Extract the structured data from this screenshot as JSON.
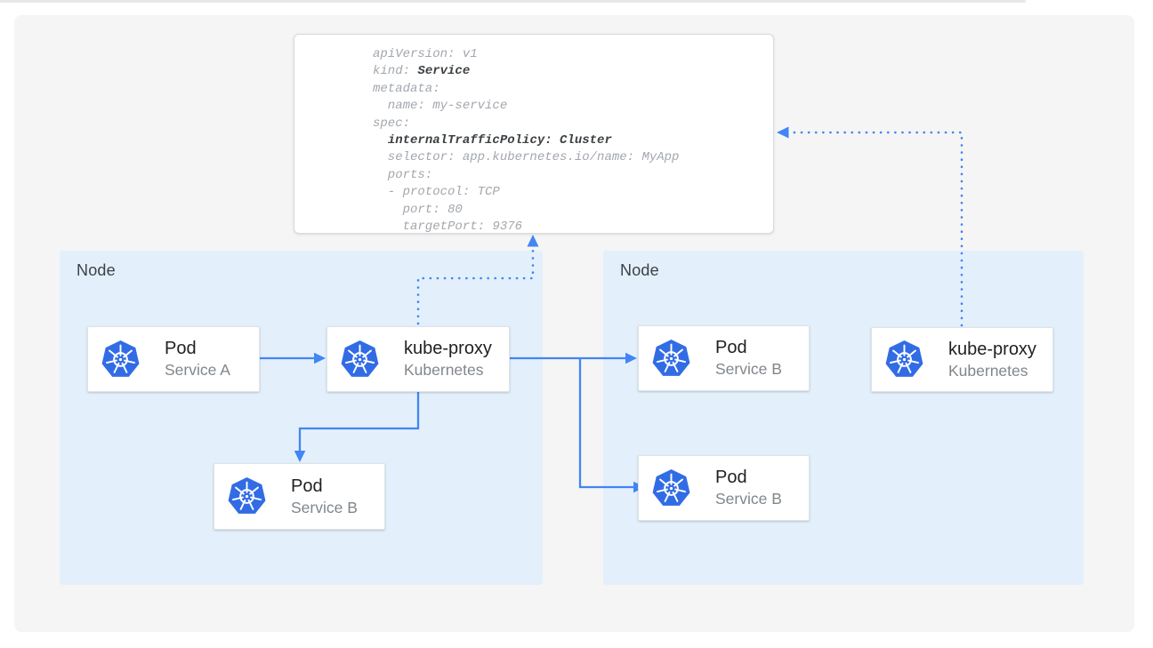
{
  "colors": {
    "accent_blue": "#4285f4",
    "kubernetes_blue": "#326ce5",
    "node_fill": "#e3f0fc",
    "panel_gray": "#f5f5f5"
  },
  "yaml_card": {
    "lines": [
      [
        {
          "t": "apiVersion: v1",
          "b": false
        }
      ],
      [
        {
          "t": "kind: ",
          "b": false
        },
        {
          "t": "Service",
          "b": true
        }
      ],
      [
        {
          "t": "metadata:",
          "b": false
        }
      ],
      [
        {
          "t": "  name: my-service",
          "b": false
        }
      ],
      [
        {
          "t": "spec:",
          "b": false
        }
      ],
      [
        {
          "t": "  ",
          "b": false
        },
        {
          "t": "internalTrafficPolicy: Cluster",
          "b": true
        }
      ],
      [
        {
          "t": "  selector: app.kubernetes.io/name: MyApp",
          "b": false
        }
      ],
      [
        {
          "t": "  ports:",
          "b": false
        }
      ],
      [
        {
          "t": "  - protocol: TCP",
          "b": false
        }
      ],
      [
        {
          "t": "    port: 80",
          "b": false
        }
      ],
      [
        {
          "t": "    targetPort: 9376",
          "b": false
        }
      ]
    ]
  },
  "nodes": [
    {
      "label": "Node",
      "cards": [
        {
          "title": "Pod",
          "subtitle": "Service A"
        },
        {
          "title": "kube-proxy",
          "subtitle": "Kubernetes"
        },
        {
          "title": "Pod",
          "subtitle": "Service B"
        }
      ]
    },
    {
      "label": "Node",
      "cards": [
        {
          "title": "Pod",
          "subtitle": "Service B"
        },
        {
          "title": "Pod",
          "subtitle": "Service B"
        },
        {
          "title": "kube-proxy",
          "subtitle": "Kubernetes"
        }
      ]
    }
  ]
}
